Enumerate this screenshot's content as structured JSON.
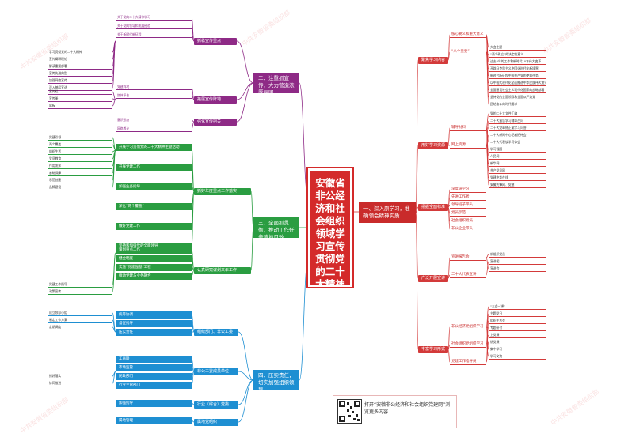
{
  "center_title": "安徽省非公经济和社会组织领域学习宣传贯彻党的二十大精神",
  "branches": {
    "one": {
      "label": "一、深入原学习，准确领会精神实质",
      "subs": [
        {
          "label": "聚焦学习内容",
          "items": [
            "核心要义和重大意义",
            "“八个重要”"
          ],
          "leaves": [
            "大会主题",
            "“两个确立”的决定性意义",
            "过去5年的工作和新时代10年伟大变革",
            "开辟马克思主义中国化时代化新境界",
            "新时代新征程中国共产党的使命任务",
            "以中国式现代化全面推进中华民族伟大复兴",
            "全面建设社会主义现代化国家的战略部署",
            "坚持党的全面领导和全面从严治党",
            "团结奋斗的时代要求"
          ]
        },
        {
          "label": "用好学习资源",
          "items": [
            "辅导材料",
            "网上资源"
          ],
          "leaves": [
            "党的二十大文件汇编",
            "二十大报告学习辅导百问",
            "二十大党章修正案学习问答",
            "二十大新闻中心记者招待会",
            "二十大代表谈学习体会",
            "学习强国",
            "人民网",
            "新华网",
            "共产党员网",
            "党建中华在线",
            "安徽先锋网、党建"
          ]
        },
        {
          "label": "把握全面标准",
          "items": [
            "深度研学习",
            "先进工作者",
            "领导班子带头",
            "党员示范",
            "社会组织党员",
            "非公企业带头"
          ],
          "leaves": []
        },
        {
          "label": "广泛开展宣讲",
          "items": [
            "宣讲报告会",
            "二十大代表宣讲"
          ],
          "leaves": [
            "新组织党员",
            "宣讲团",
            "宣讲会"
          ]
        },
        {
          "label": "丰富学习形式",
          "items": [
            "非公经济党组织学习",
            "社会组织党组织学习",
            "党建工作指导员"
          ],
          "leaves": [
            "“三会一课”",
            "主题党日",
            "组织生活会",
            "专题研讨",
            "上党课",
            "讲党课",
            "集中学习",
            "学习交流"
          ]
        }
      ]
    },
    "two": {
      "label": "二、注重抓宣传，大力营造浓厚氛围",
      "subs": [
        {
          "label": "抓稳宣传重点",
          "items": [
            "关于党的二十大精神学习",
            "关于党的领导和发展经验",
            "关于新时代新征程"
          ],
          "leaves": [
            "学习贯彻党的二十大精神",
            "宣传阐释理论",
            "解读重要部署",
            "宣传先进典型",
            "加强网络宣传",
            "深入基层宣讲"
          ]
        },
        {
          "label": "拓展宣传阵地",
          "items": [
            "党建阵地",
            "媒体平台"
          ],
          "leaves": [
            "宣传栏",
            "宣传册",
            "展板"
          ]
        },
        {
          "label": "强化宣传把关",
          "items": [
            "意识形态",
            "网络舆论"
          ],
          "leaves": []
        }
      ]
    },
    "three": {
      "label": "三、全面抓贯彻，推动工作任务落地见效",
      "subs": [
        {
          "label": "抓好年度重点工作落实",
          "items": [
            "开展学习贯彻党的二十大精神主题活动",
            "开展党建工作",
            "加强业务指导",
            "深化“两个覆盖”",
            "做好党建工作",
            "坚持和加强党的全面领导"
          ],
          "leaves": [
            "党建引领",
            "两个覆盖",
            "组织生活",
            "党员教育",
            "作用发挥",
            "基础保障",
            "示范创建",
            "品牌建设"
          ]
        },
        {
          "label": "认真研究谋划来年工作",
          "items": [
            "谋划重点工作",
            "健全制度",
            "实施“党建强基”工程",
            "推动党建与业务融合"
          ],
          "leaves": [
            "党建工作指导",
            "政策宣传"
          ]
        }
      ]
    },
    "four": {
      "label": "四、压实责任，切实加强组织领导",
      "subs": [
        {
          "label": "组织部门、非公工委",
          "items": [
            "统筹协调",
            "督促指导",
            "压实责任"
          ],
          "leaves": [
            "成立领导小组",
            "制定工作方案",
            "定期调度"
          ]
        },
        {
          "label": "非公工委成员单位",
          "items": [
            "工商联",
            "市场监管",
            "民政部门",
            "行业主管部门"
          ],
          "leaves": [
            "抓好落实",
            "协同推进"
          ]
        },
        {
          "label": "行业（综合）党委",
          "items": [
            "加强指导"
          ],
          "leaves": []
        },
        {
          "label": "属地党组织",
          "items": [
            "属地管理"
          ],
          "leaves": []
        }
      ]
    }
  },
  "footer": {
    "qr_label": "二维码",
    "text": "打开“安徽非公经济和社会组织党建网”浏览更多内容"
  },
  "watermark": "中共安徽省委组织部",
  "colors": {
    "red": "#d33a3a",
    "green": "#2a9d41",
    "blue": "#1e8fd2",
    "purple": "#8e2a86",
    "center": "#d42a2a"
  }
}
